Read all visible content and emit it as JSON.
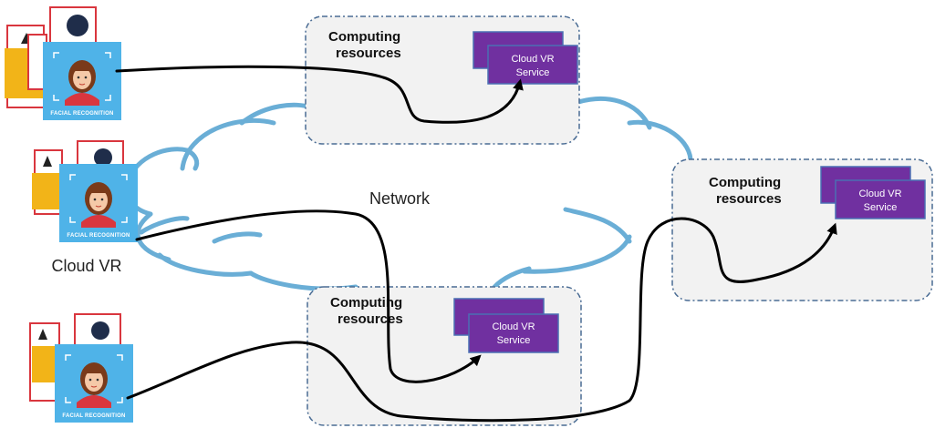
{
  "colors": {
    "cloud_stroke": "#6aaed6",
    "box_fill": "#f2f2f2",
    "box_border": "#4a6c94",
    "service_fill": "#7030a0",
    "service_border": "#4a6fb3",
    "card_bg": "#4fb3e8",
    "arrow": "#000000"
  },
  "network": {
    "label": "Network"
  },
  "client_label": "Cloud VR",
  "clients": [
    {
      "name": "client-top",
      "caption": "FACIAL RECOGNITION"
    },
    {
      "name": "client-middle",
      "caption": "FACIAL RECOGNITION"
    },
    {
      "name": "client-bottom",
      "caption": "FACIAL RECOGNITION"
    }
  ],
  "compute_nodes": [
    {
      "name": "compute-top",
      "title_line1": "Computing",
      "title_line2": "resources",
      "service_line1": "Cloud VR",
      "service_line2": "Service"
    },
    {
      "name": "compute-right",
      "title_line1": "Computing",
      "title_line2": "resources",
      "service_line1": "Cloud VR",
      "service_line2": "Service"
    },
    {
      "name": "compute-bottom",
      "title_line1": "Computing",
      "title_line2": "resources",
      "service_line1": "Cloud VR",
      "service_line2": "Service"
    }
  ],
  "icons": {
    "client_card": "facial-recognition-card-icon",
    "cloud": "network-cloud-icon",
    "service_stack": "server-stack-icon",
    "arrow": "arrowhead-icon"
  }
}
